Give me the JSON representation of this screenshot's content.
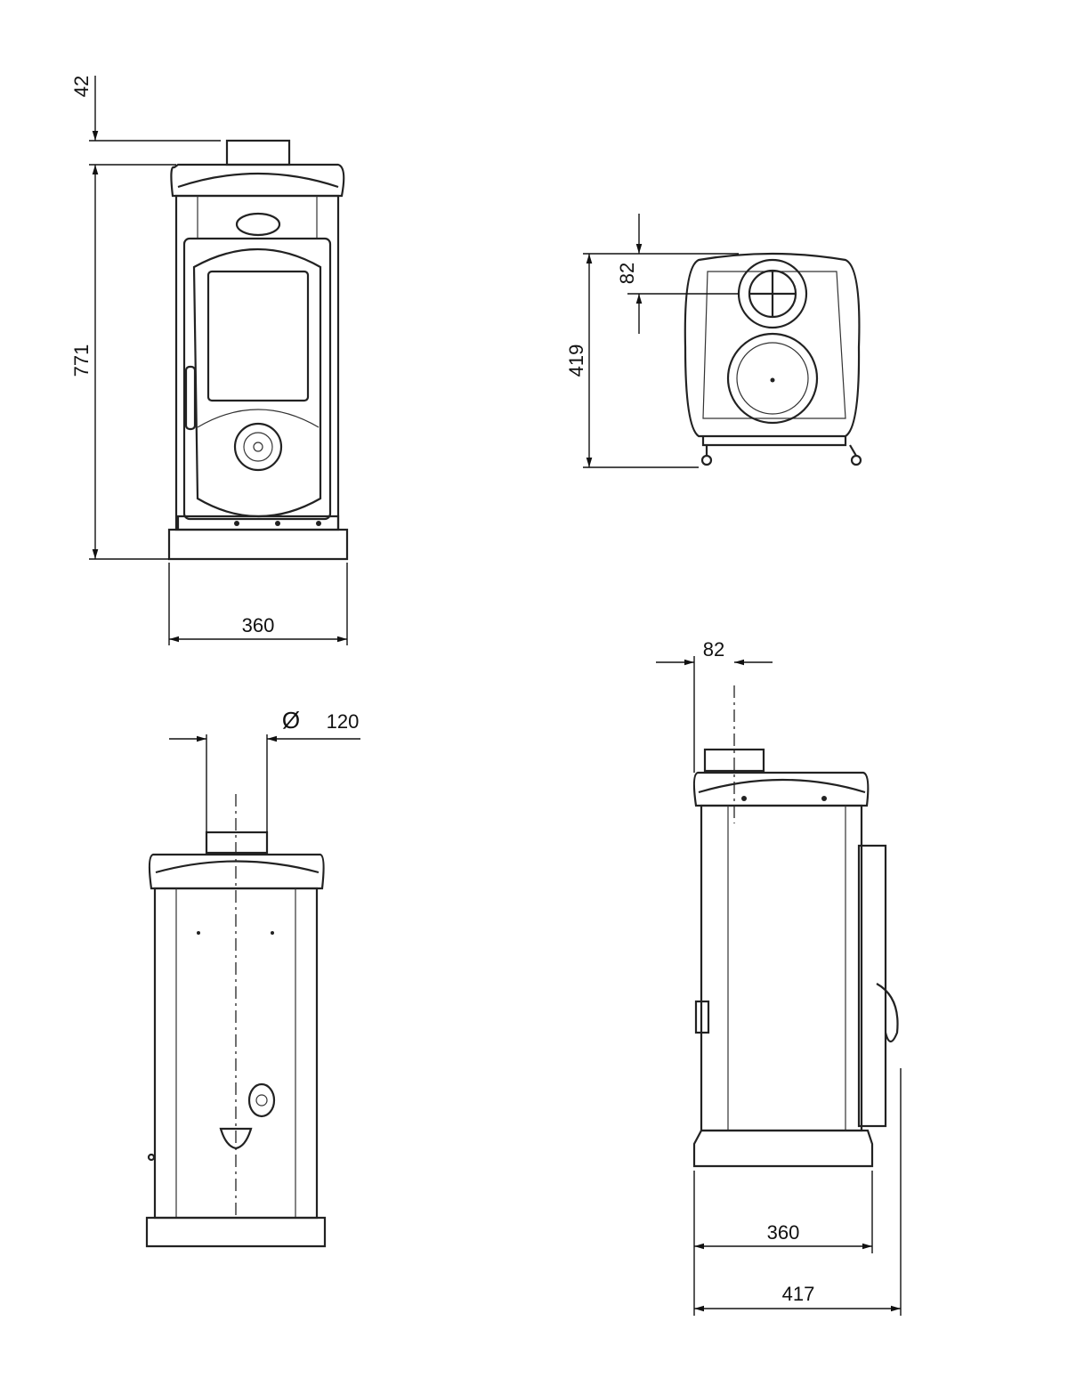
{
  "dimensions": {
    "front_flue_height": "42",
    "front_height": "771",
    "front_width": "360",
    "top_flue_offset": "82",
    "top_depth": "419",
    "back_flue_symbol": "Ø",
    "back_flue_diameter": "120",
    "side_flue_offset": "82",
    "side_depth": "360",
    "side_total_depth": "417"
  }
}
